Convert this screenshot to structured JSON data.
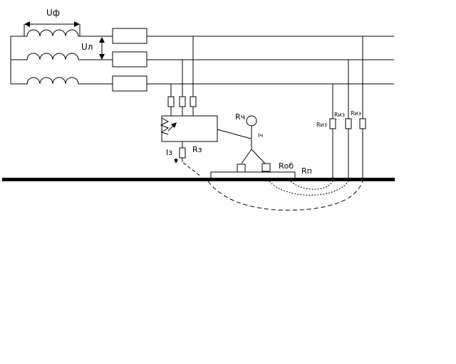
{
  "labels": {
    "u_phase": "Uф",
    "u_line": "Uл",
    "r_person": "Rч",
    "i_person": "Iч",
    "i_fault": "Iз",
    "r_ground": "Rз",
    "r_base": "Rоб",
    "r_floor": "Rп",
    "r_iso_1": "Rиз",
    "r_iso_2": "Rиз",
    "r_iso_3": "Rиз"
  }
}
